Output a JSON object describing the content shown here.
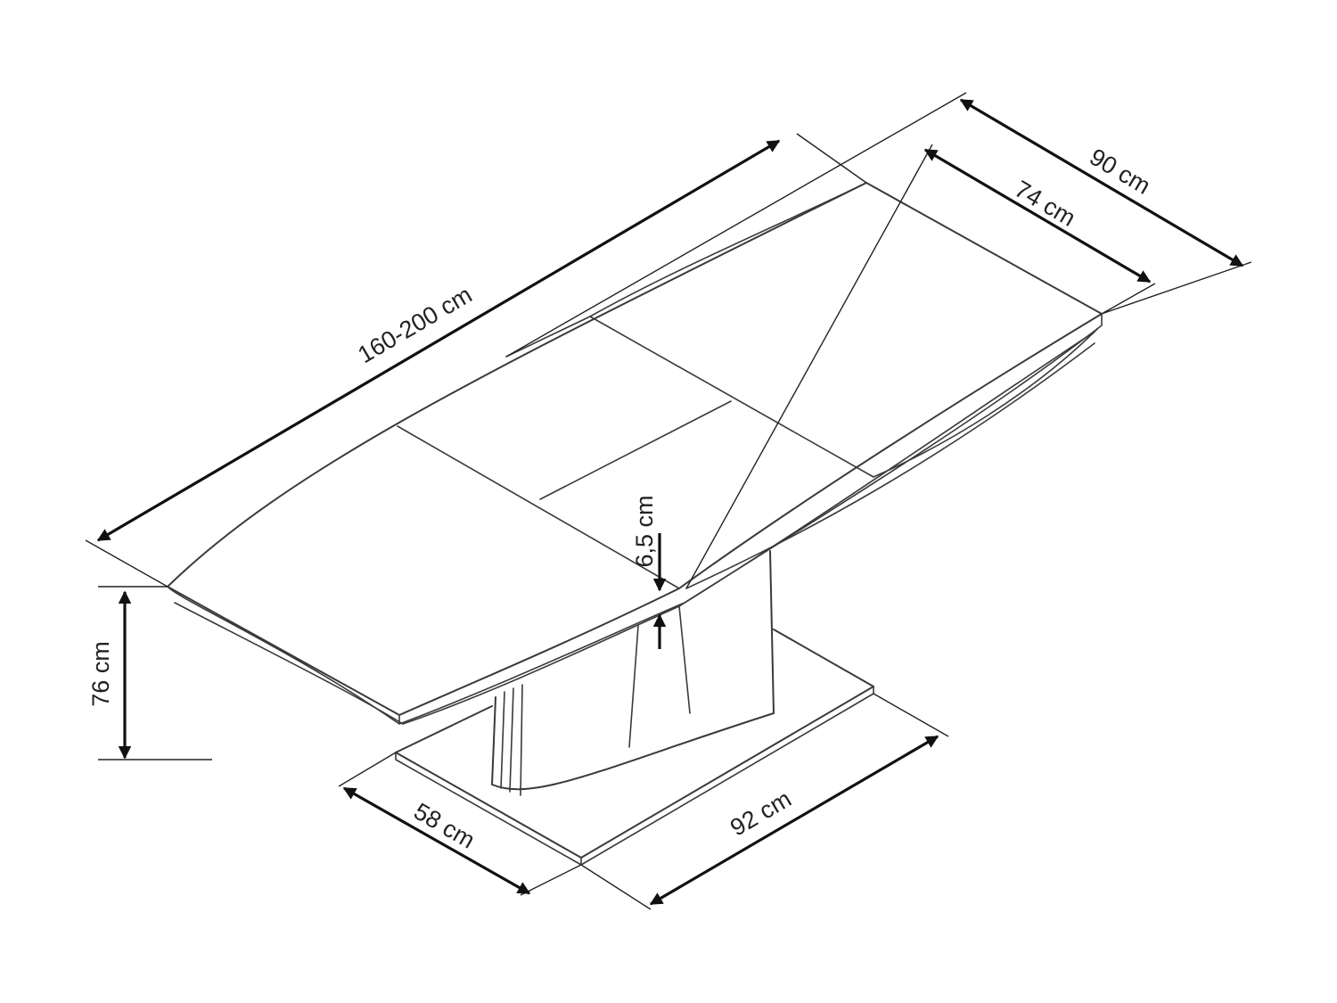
{
  "diagram": {
    "subject": "extendable-dining-table",
    "line_color": "#3a3a3a",
    "dimension_color": "#111111"
  },
  "dimensions": {
    "length": "160-200 cm",
    "width_outer": "90 cm",
    "width_inner": "74 cm",
    "top_thickness": "6,5 cm",
    "height": "76 cm",
    "base_depth": "58 cm",
    "base_length": "92 cm"
  }
}
